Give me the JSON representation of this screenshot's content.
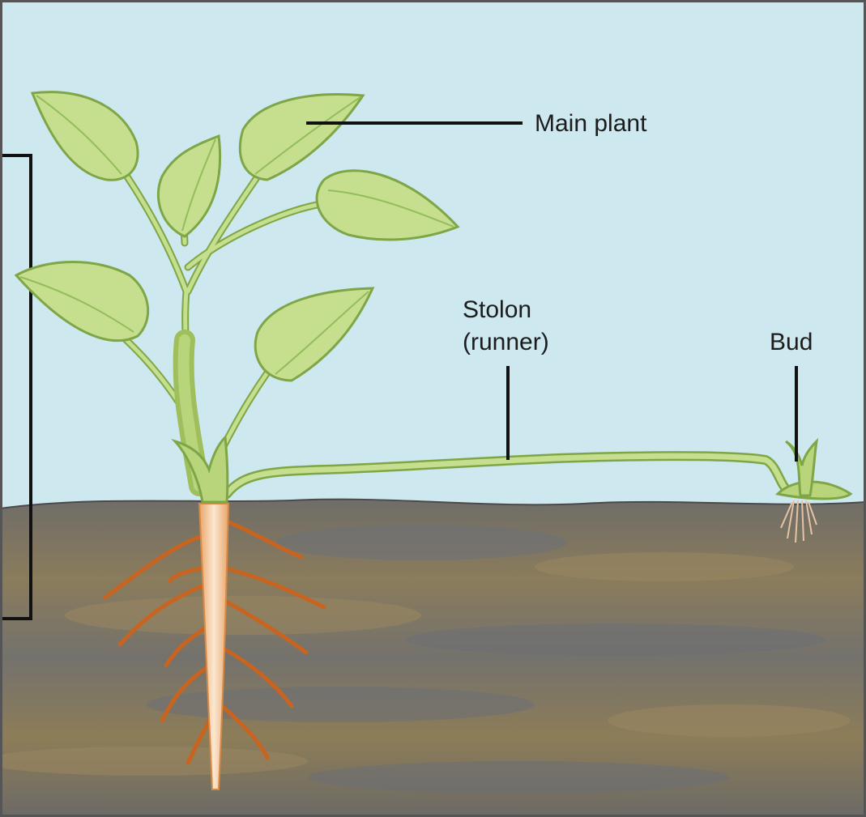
{
  "labels": {
    "main_plant": "Main plant",
    "stolon_line1": "Stolon",
    "stolon_line2": "(runner)",
    "bud": "Bud"
  },
  "colors": {
    "sky": "#cde8ef",
    "soil": "#7d766a",
    "soil_light": "#9a8a63",
    "soil_dark": "#6e7076",
    "leaf_fill": "#c5df8f",
    "leaf_edge": "#7ea646",
    "vein": "#93bd5a",
    "stem": "#a7c76a",
    "root": "#c8641f",
    "root_core": "#f6ddc2",
    "line": "#111111",
    "frame": "#555555"
  }
}
